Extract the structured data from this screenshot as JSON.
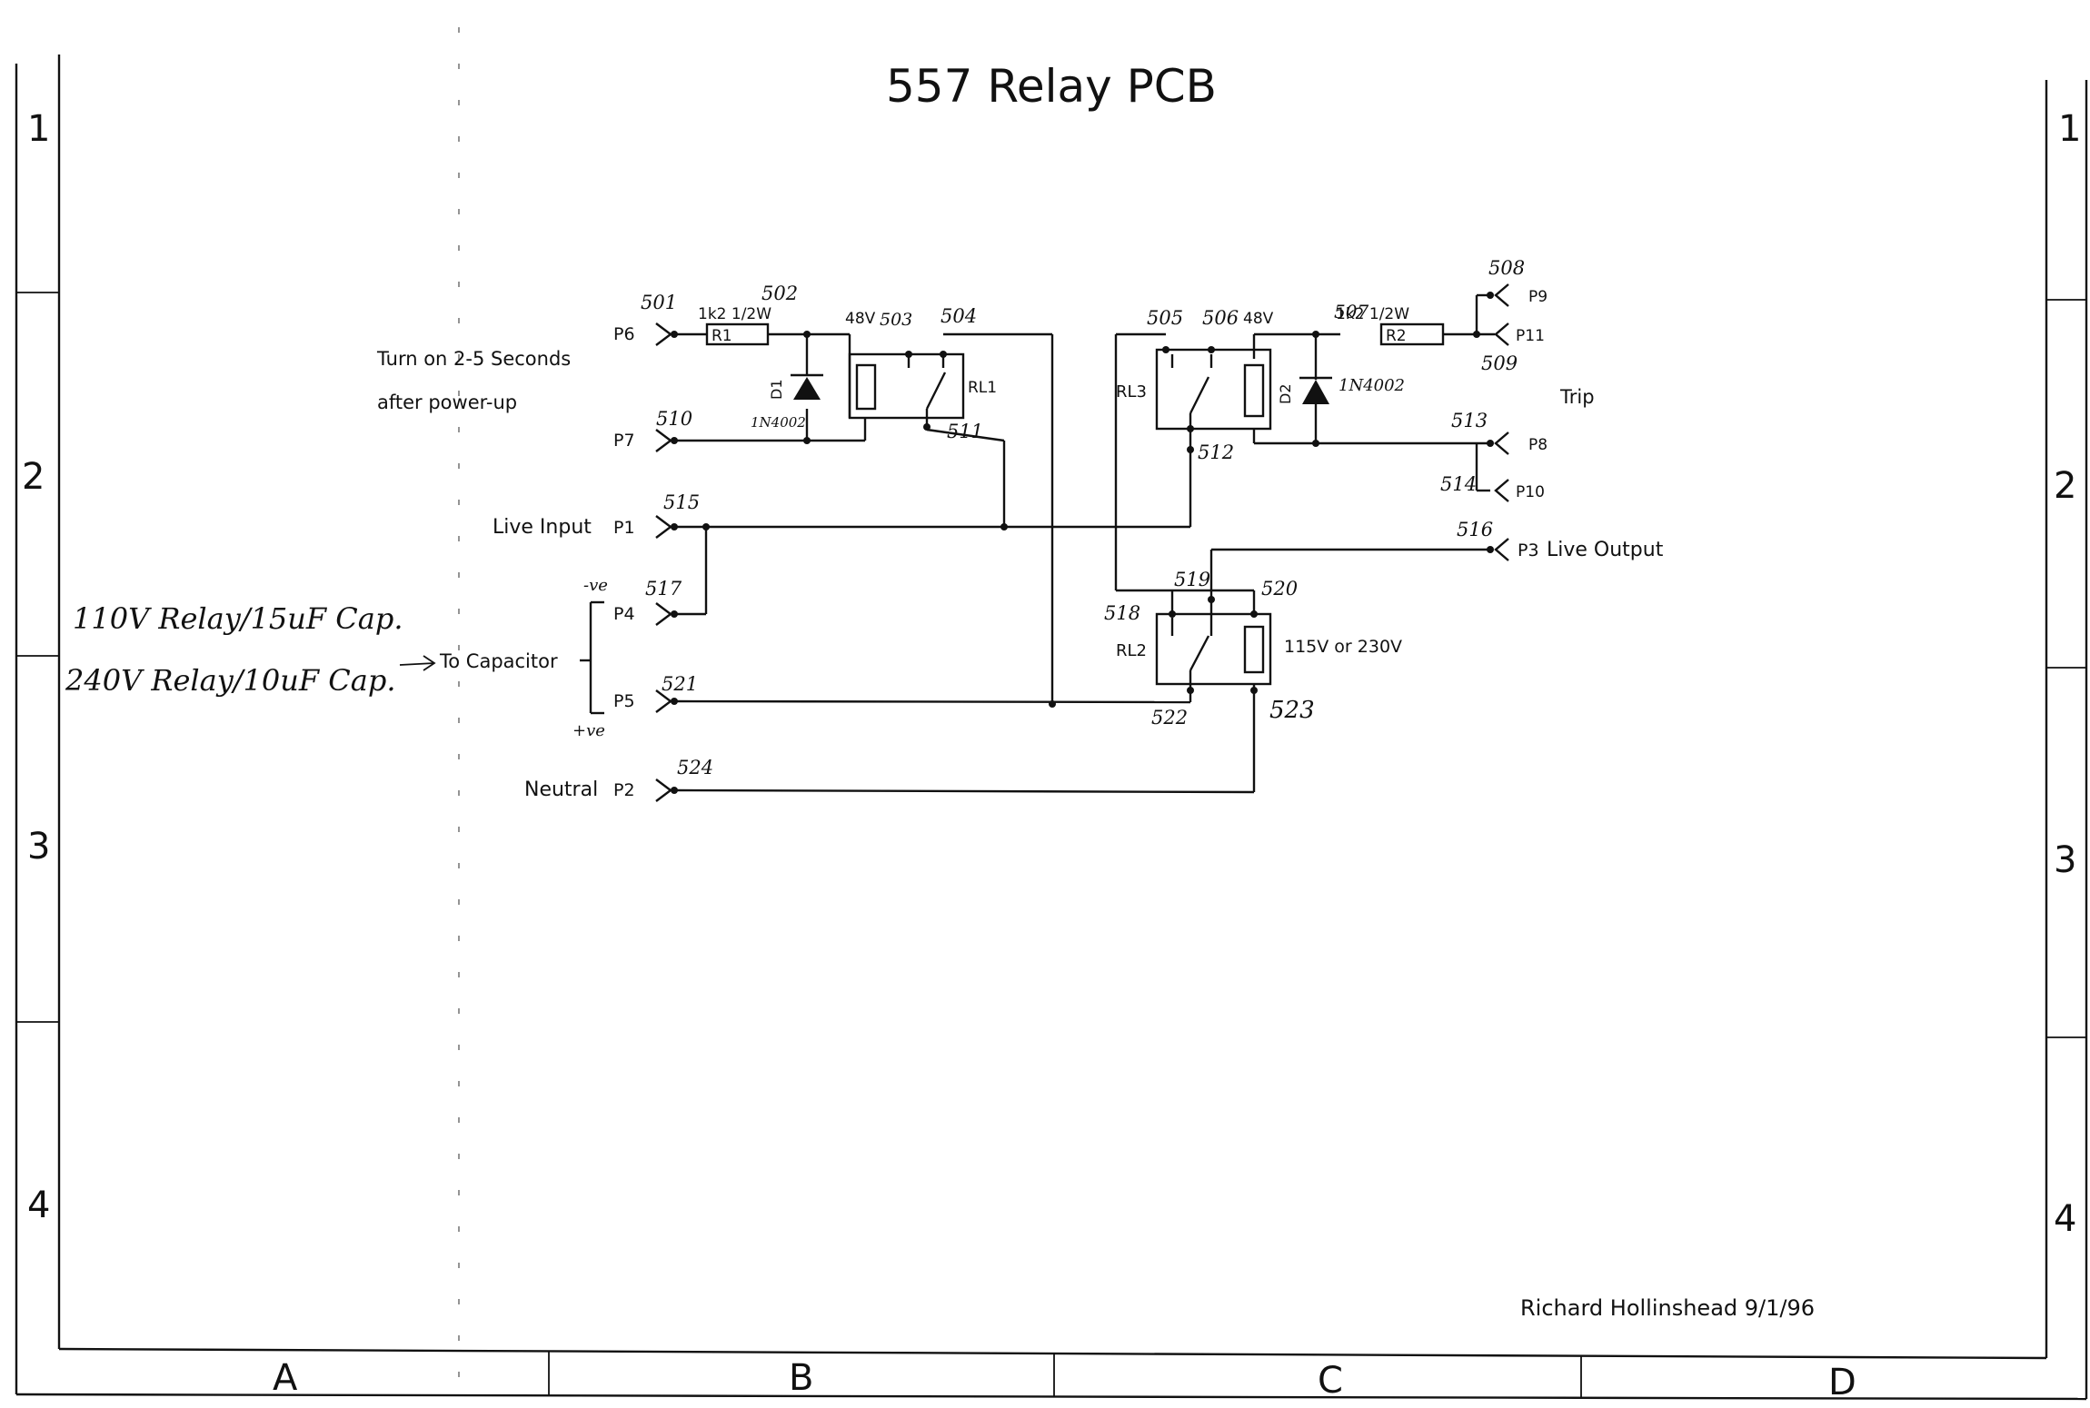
{
  "title": "557 Relay PCB",
  "author_note": "Richard Hollinshead 9/1/96",
  "grid": {
    "rows": [
      "1",
      "2",
      "3",
      "4"
    ],
    "columns": [
      "A",
      "B",
      "C",
      "D"
    ]
  },
  "notes": {
    "turn_on_line1": "Turn on 2-5 Seconds",
    "turn_on_line2": "after power-up",
    "trip": "Trip",
    "to_capacitor": "To Capacitor",
    "coil_voltage": "115V or 230V",
    "handwritten_line1": "110V Relay/15uF Cap.",
    "handwritten_line2": "240V Relay/10uF Cap.",
    "minus_ve": "-ve",
    "plus_ve": "+ve"
  },
  "connectors": {
    "p6": "P6",
    "p7": "P7",
    "p1": "P1",
    "p4": "P4",
    "p5": "P5",
    "p2": "P2",
    "p9": "P9",
    "p11": "P11",
    "p8": "P8",
    "p10": "P10",
    "p3": "P3"
  },
  "connector_labels": {
    "live_input": "Live Input",
    "neutral": "Neutral",
    "live_output": "Live Output"
  },
  "components": {
    "r1": "R1",
    "r1_value": "1k2 1/2W",
    "r2": "R2",
    "r2_value": "1k2 1/2W",
    "d1": "D1",
    "d1_part": "1N4002",
    "d2": "D2",
    "d2_part": "1N4002",
    "rl1": "RL1",
    "rl2": "RL2",
    "rl3": "RL3",
    "v48_a": "48V",
    "v48_b": "48V"
  },
  "solder_points": {
    "s501": "501",
    "s502": "502",
    "s503": "503",
    "s504": "504",
    "s505": "505",
    "s506": "506",
    "s507": "507",
    "s508": "508",
    "s509": "509",
    "s510": "510",
    "s511": "511",
    "s512": "512",
    "s513": "513",
    "s514": "514",
    "s515": "515",
    "s516": "516",
    "s517": "517",
    "s518": "518",
    "s519": "519",
    "s520": "520",
    "s521": "521",
    "s522": "522",
    "s523": "523",
    "s524": "524"
  }
}
